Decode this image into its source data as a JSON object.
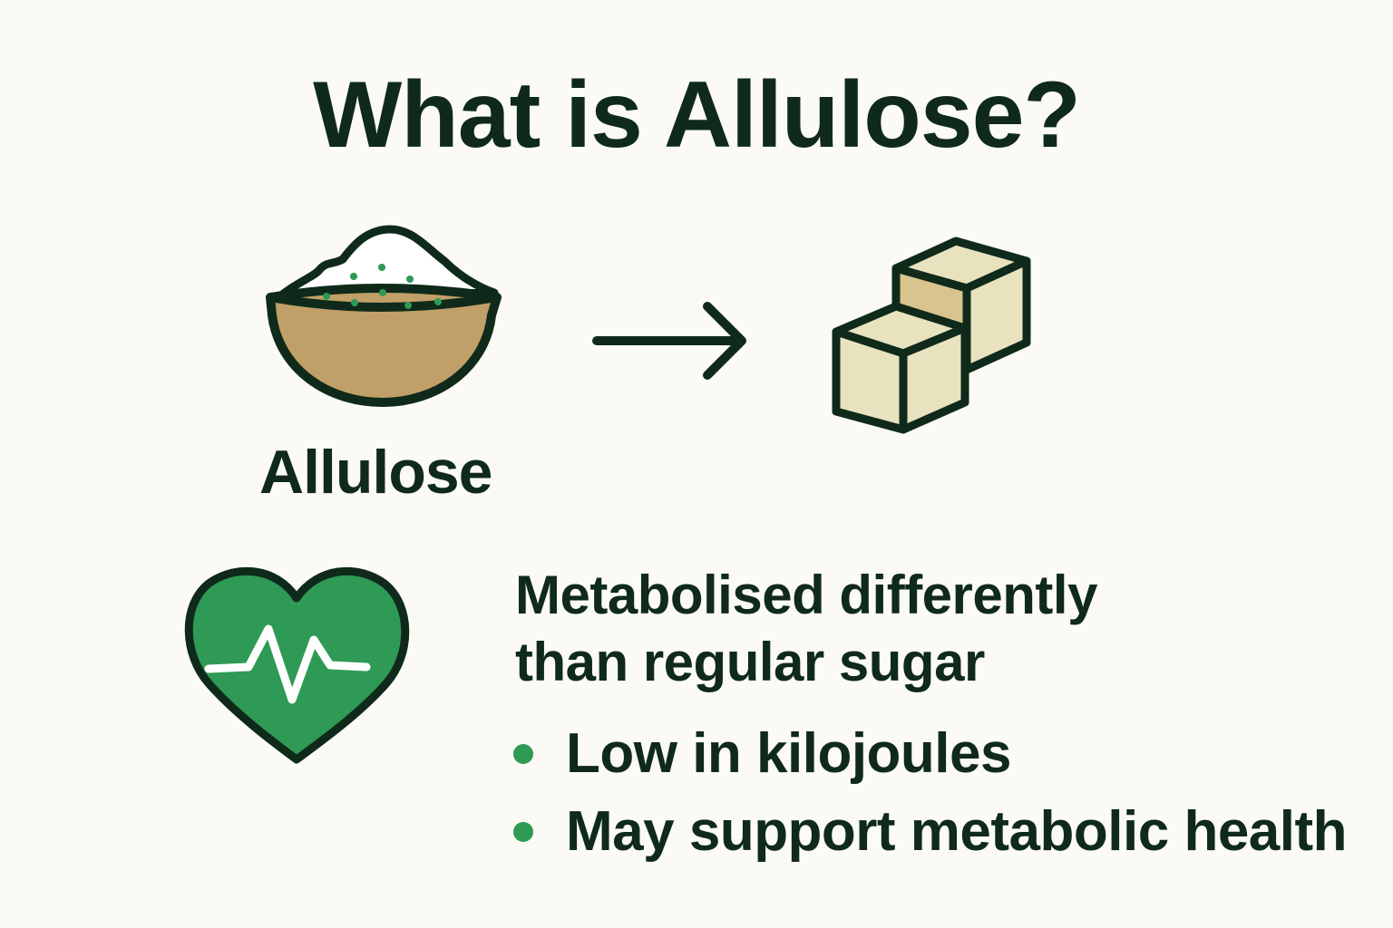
{
  "title": "What is Allulose?",
  "bowl_label": "Allulose",
  "description_lines": [
    "Metabolised differently",
    "than regular sugar"
  ],
  "bullets": [
    "Low in kilojoules",
    "May support metabolic health"
  ],
  "icons": [
    "bowl-of-powder-icon",
    "arrow-right-icon",
    "sugar-cubes-icon",
    "heart-pulse-icon"
  ],
  "colors": {
    "text": "#0f2a1a",
    "accent_green": "#2e9a55",
    "bowl": "#c19f68",
    "cube": "#e8e2bf",
    "background": "#fbfaf5"
  }
}
